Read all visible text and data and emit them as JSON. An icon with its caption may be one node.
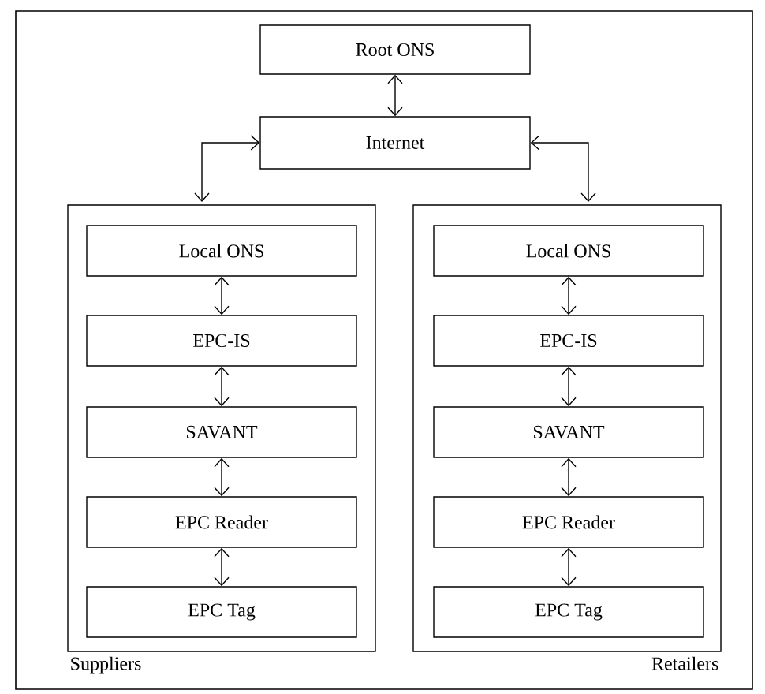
{
  "diagram": {
    "nodes": [
      {
        "text": [
          "Root ONS"
        ]
      },
      {
        "text": [
          "Internet"
        ]
      },
      {
        "text": [
          "Suppliers"
        ]
      },
      {
        "text": [
          "Local ONS"
        ],
        "in": 2
      },
      {
        "text": [
          "EPC-IS"
        ],
        "in": 2
      },
      {
        "text": [
          "SAVANT"
        ],
        "in": 2
      },
      {
        "text": [
          "EPC Reader"
        ],
        "in": 2
      },
      {
        "text": [
          "EPC Tag"
        ],
        "in": 2
      },
      {
        "text": [
          "Retailers"
        ]
      },
      {
        "text": [
          "Local ONS"
        ],
        "in": 8
      },
      {
        "text": [
          "EPC-IS"
        ],
        "in": 8
      },
      {
        "text": [
          "SAVANT"
        ],
        "in": 8
      },
      {
        "text": [
          "EPC Reader"
        ],
        "in": 8
      },
      {
        "text": [
          "EPC Tag"
        ],
        "in": 8
      }
    ],
    "edges": [
      {
        "from": 0,
        "to": 1,
        "arrow": "both"
      },
      {
        "from": 1,
        "to": 2,
        "arrow": "both"
      },
      {
        "from": 1,
        "to": 8,
        "arrow": "both"
      },
      {
        "from": 3,
        "to": 4,
        "arrow": "both"
      },
      {
        "from": 4,
        "to": 5,
        "arrow": "both"
      },
      {
        "from": 5,
        "to": 6,
        "arrow": "both"
      },
      {
        "from": 6,
        "to": 7,
        "arrow": "both"
      },
      {
        "from": 9,
        "to": 10,
        "arrow": "both"
      },
      {
        "from": 10,
        "to": 11,
        "arrow": "both"
      },
      {
        "from": 11,
        "to": 12,
        "arrow": "both"
      },
      {
        "from": 12,
        "to": 13,
        "arrow": "both"
      }
    ]
  }
}
